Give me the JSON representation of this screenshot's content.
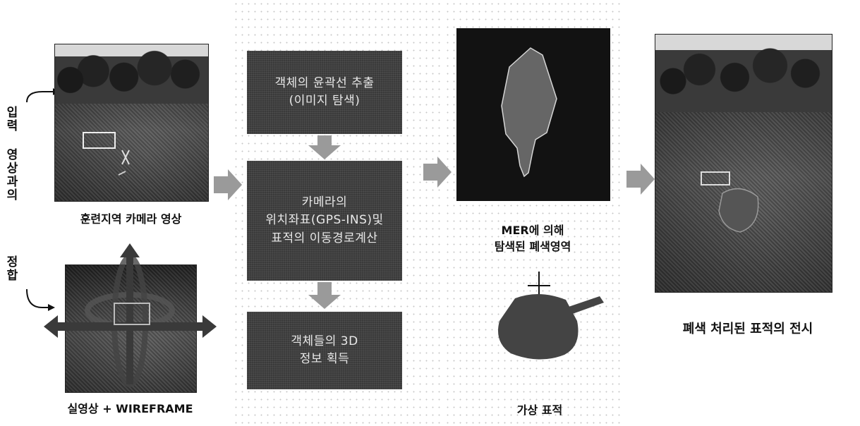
{
  "left_vertical_label_top": "입력 영상과의",
  "left_vertical_label_bottom": "정합",
  "stage1": {
    "top_caption": "훈련지역 카메라 영상",
    "bottom_caption": "실영상 + WIREFRAME"
  },
  "process": {
    "box1": "객체의 윤곽선 추출\n(이미지 탐색)",
    "box2": "카메라의\n위치좌표(GPS-INS)및\n표적의 이동경로계산",
    "box3": "객체들의 3D\n정보 획득"
  },
  "stage3": {
    "caption": "MER에 의해\n탐색된 폐색영역",
    "target_caption": "가상 표적"
  },
  "stage4": {
    "caption": "폐색 처리된 표적의 전시"
  },
  "colors": {
    "box_bg": "#3a3a3a",
    "panel_dark": "#111111",
    "arrow": "#9a9a9a"
  }
}
